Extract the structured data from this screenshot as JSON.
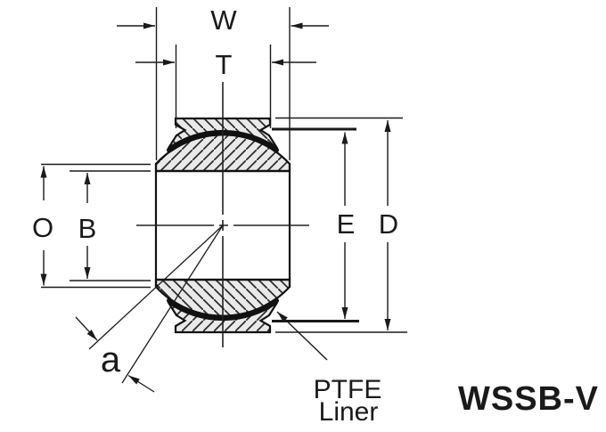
{
  "diagram": {
    "dimension_labels": {
      "w": "W",
      "t": "T",
      "o": "O",
      "b": "B",
      "e": "E",
      "d": "D",
      "a": "a"
    },
    "callout": {
      "line1": "PTFE",
      "line2": "Liner"
    },
    "product_code": "WSSB-V",
    "colors": {
      "product_code": "#7c3a10",
      "line": "#1a1a1a",
      "metal_fill": "#e9e9e9"
    }
  }
}
